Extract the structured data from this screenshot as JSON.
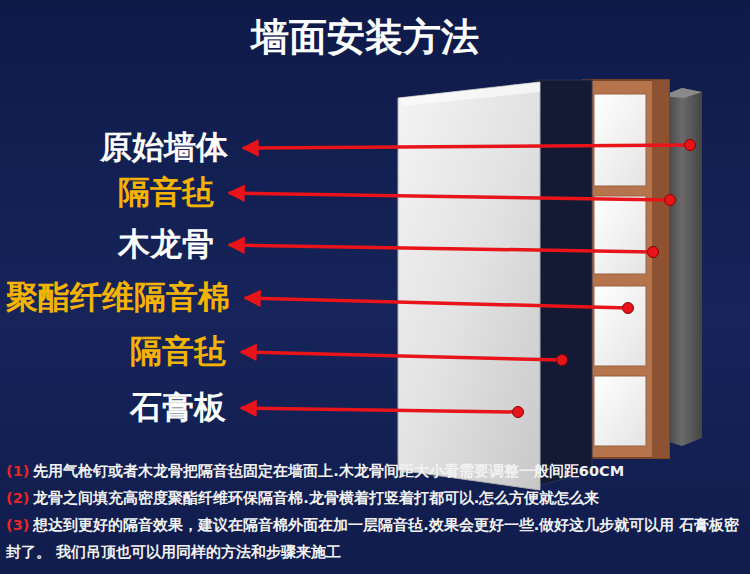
{
  "diagram": {
    "title": "墙面安装方法",
    "labels": [
      "原始墙体",
      "隔音毡",
      "木龙骨",
      "聚酯纤维隔音棉",
      "隔音毡",
      "石膏板",
      "(1)",
      "先用气枪钉或者木龙骨把隔音毡固定在墙面上.木龙骨间距大小看需要调整一般间距60CM",
      "(2)",
      "龙骨之间填充高密度聚酯纤维环保隔音棉.龙骨横着打竖着打都可以.怎么方便就怎么来",
      "(3)",
      "想达到更好的隔音效果，建议在隔音棉外面在加一层隔音毡.效果会更好一些.做好这几步就可以用 石膏板密封了。 我们吊顶也可以用同样的方法和步骤来施工"
    ]
  }
}
